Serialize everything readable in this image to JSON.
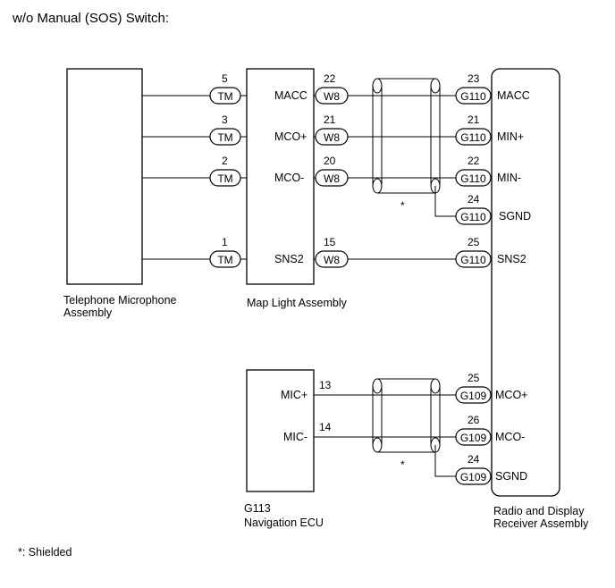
{
  "title": "w/o Manual (SOS) Switch:",
  "footnote": "*: Shielded",
  "shield_mark": "*",
  "components": {
    "telephone_mic": {
      "caption_line1": "Telephone Microphone",
      "caption_line2": "Assembly"
    },
    "map_light": {
      "caption": "Map Light Assembly"
    },
    "navigation_ecu": {
      "caption_line1": "G113",
      "caption_line2": "Navigation ECU"
    },
    "radio_receiver": {
      "caption_line1": "Radio and Display",
      "caption_line2": "Receiver Assembly"
    }
  },
  "circuits": {
    "macc": {
      "tm_pin": "5",
      "tm_conn": "TM",
      "map_signal": "MACC",
      "w8_pin": "22",
      "w8_conn": "W8",
      "g_pin": "23",
      "g_conn": "G110",
      "radio_signal": "MACC"
    },
    "mcop": {
      "tm_pin": "3",
      "tm_conn": "TM",
      "map_signal": "MCO+",
      "w8_pin": "21",
      "w8_conn": "W8",
      "g_pin": "21",
      "g_conn": "G110",
      "radio_signal": "MIN+"
    },
    "mcom": {
      "tm_pin": "2",
      "tm_conn": "TM",
      "map_signal": "MCO-",
      "w8_pin": "20",
      "w8_conn": "W8",
      "g_pin": "22",
      "g_conn": "G110",
      "radio_signal": "MIN-"
    },
    "sgnd1": {
      "g_pin": "24",
      "g_conn": "G110",
      "radio_signal": "SGND"
    },
    "sns2": {
      "tm_pin": "1",
      "tm_conn": "TM",
      "map_signal": "SNS2",
      "w8_pin": "15",
      "w8_conn": "W8",
      "g_pin": "25",
      "g_conn": "G110",
      "radio_signal": "SNS2"
    },
    "micp": {
      "nav_signal": "MIC+",
      "nav_pin": "13",
      "g_pin": "25",
      "g_conn": "G109",
      "radio_signal": "MCO+"
    },
    "micm": {
      "nav_signal": "MIC-",
      "nav_pin": "14",
      "g_pin": "26",
      "g_conn": "G109",
      "radio_signal": "MCO-"
    },
    "sgnd2": {
      "g_pin": "24",
      "g_conn": "G109",
      "radio_signal": "SGND"
    }
  }
}
